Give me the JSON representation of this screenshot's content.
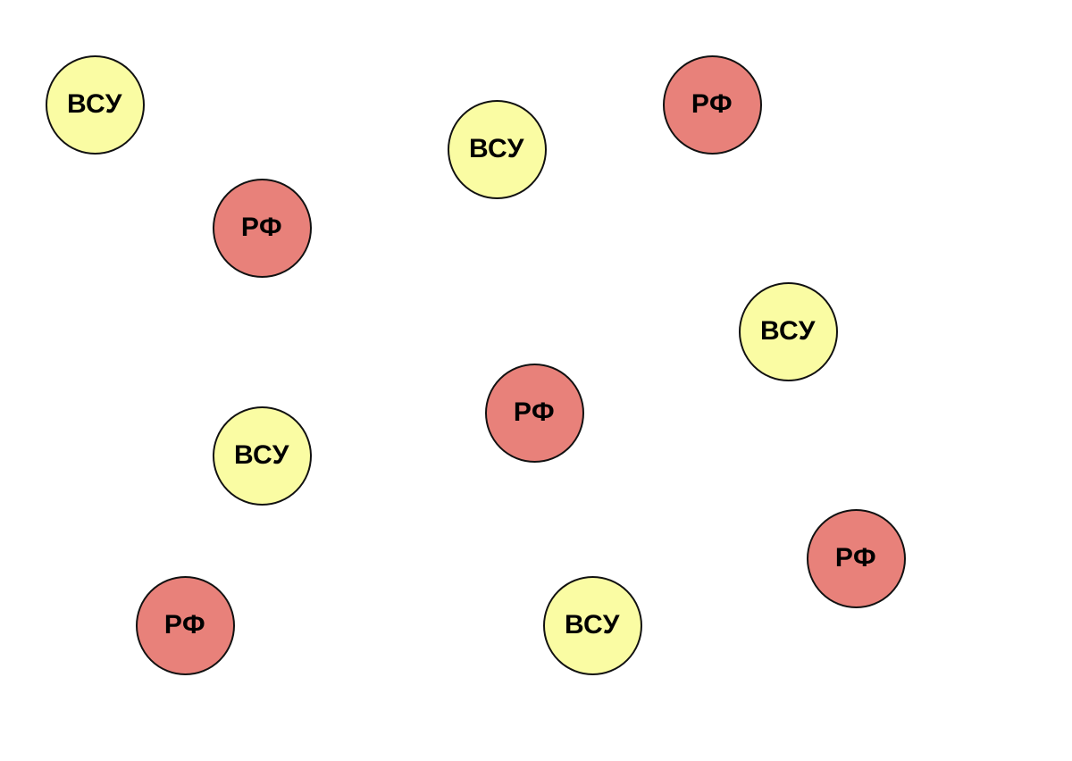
{
  "colors": {
    "background": "#ffffff",
    "vsu_fill": "#fafca3",
    "rf_fill": "#e8817a",
    "outline": "#111111",
    "text": "#000000"
  },
  "tokens": [
    {
      "label": "ВСУ",
      "side": "vsu"
    },
    {
      "label": "ВСУ",
      "side": "vsu"
    },
    {
      "label": "РФ",
      "side": "rf"
    },
    {
      "label": "РФ",
      "side": "rf"
    },
    {
      "label": "ВСУ",
      "side": "vsu"
    },
    {
      "label": "РФ",
      "side": "rf"
    },
    {
      "label": "ВСУ",
      "side": "vsu"
    },
    {
      "label": "РФ",
      "side": "rf"
    },
    {
      "label": "РФ",
      "side": "rf"
    },
    {
      "label": "ВСУ",
      "side": "vsu"
    }
  ]
}
